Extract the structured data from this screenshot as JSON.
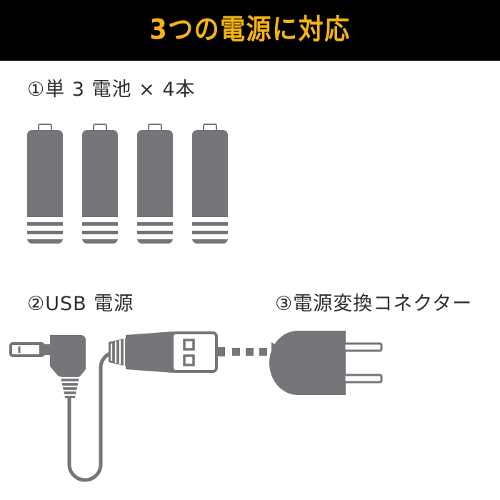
{
  "header": {
    "title": "3つの電源に対応",
    "background_color": "#000000",
    "text_color": "#f5b315"
  },
  "sections": {
    "batteries": {
      "label": "①単 3 電池 × 4本",
      "count": 4,
      "icon": "battery-icon"
    },
    "usb": {
      "label": "②USB 電源",
      "icon": "usb-cable-icon"
    },
    "adapter": {
      "label": "③電源変換コネクター",
      "icon": "ac-plug-icon"
    }
  },
  "colors": {
    "gray_fill": "#76767a",
    "gray_light": "#8a8a8e",
    "outline": "#76767a",
    "text": "#2f2f33",
    "background": "#ffffff"
  }
}
